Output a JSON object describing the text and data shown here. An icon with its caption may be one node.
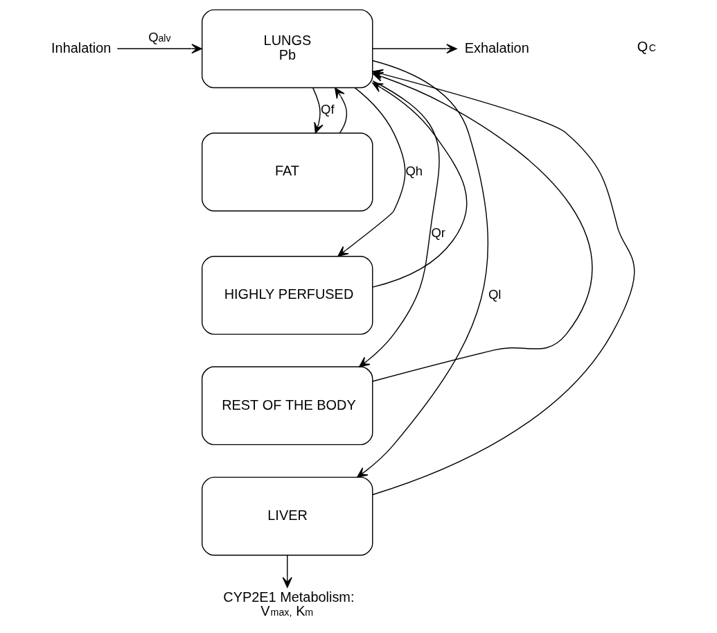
{
  "diagram": {
    "nodes": [
      {
        "text": [
          "Inhalation"
        ]
      },
      {
        "text": [
          "LUNGS",
          "Pb"
        ]
      },
      {
        "text": [
          "Exhalation"
        ]
      },
      {
        "text": [
          "FAT"
        ]
      },
      {
        "text": [
          "HIGHLY PERFUSED"
        ]
      },
      {
        "text": [
          "REST OF THE BODY"
        ]
      },
      {
        "text": [
          "LIVER"
        ]
      },
      {
        "text": [
          "CYP2E1 Metabolism:",
          "V$_{max,}$ K$_{m}$"
        ]
      }
    ],
    "edges": [
      {
        "from": 0,
        "to": 1,
        "arrow": "to",
        "label": "Q$_{alv}$"
      },
      {
        "from": 1,
        "to": 2,
        "arrow": "to"
      },
      {
        "from": 1,
        "to": 3,
        "arrow": "to",
        "label": "Qf"
      },
      {
        "from": 1,
        "to": 4,
        "arrow": "to",
        "label": "Qh"
      },
      {
        "from": 1,
        "to": 5,
        "arrow": "to",
        "label": "Qr"
      },
      {
        "from": 1,
        "to": 6,
        "arrow": "to",
        "label": "Ql"
      },
      {
        "from": 3,
        "to": 1,
        "arrow": "to"
      },
      {
        "from": 4,
        "to": 1,
        "arrow": "to"
      },
      {
        "from": 5,
        "to": 1,
        "arrow": "to"
      },
      {
        "from": 6,
        "to": 1,
        "arrow": "to"
      },
      {
        "from": 6,
        "to": 7,
        "arrow": "to"
      }
    ],
    "labels": [
      "Q$_{C}$"
    ]
  }
}
